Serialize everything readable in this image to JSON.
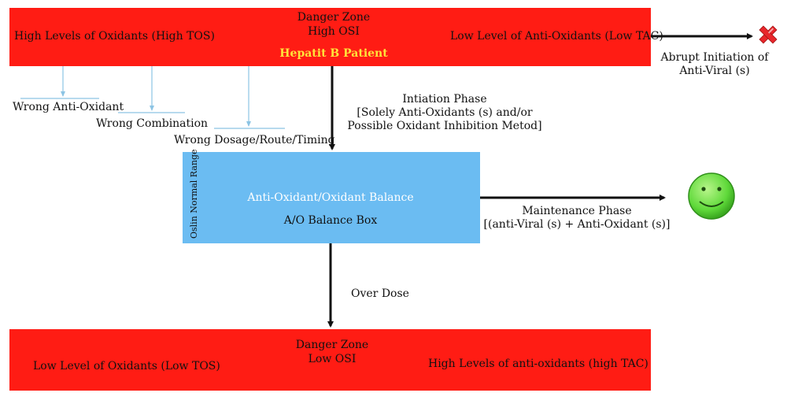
{
  "top_zone": {
    "title": "Danger Zone",
    "subtitle": "High OSI",
    "patient": "Hepatit B Patient",
    "left": "High Levels of Oxidants (High TOS)",
    "right": "Low Level of Anti-Oxidants (Low TAC)"
  },
  "abrupt": {
    "line1": "Abrupt Initiation of",
    "line2": "Anti-Viral (s)"
  },
  "wrong": {
    "antioxidant": "Wrong Anti-Oxidant",
    "combination": "Wrong Combination",
    "dosage": "Wrong Dosage/Route/Timing"
  },
  "initiation": {
    "line1": "Intiation Phase",
    "line2": "[Solely Anti-Oxidants (s) and/or",
    "line3": "Possible Oxidant Inhibition Metod]"
  },
  "balance_box": {
    "vertical": "Oslin Normal Range",
    "title": "Anti-Oxidant/Oxidant Balance",
    "subtitle": "A/O Balance Box"
  },
  "maintenance": {
    "line1": "Maintenance Phase",
    "line2": "[(anti-Viral (s) + Anti-Oxidant (s)]"
  },
  "overdose": "Over Dose",
  "bottom_zone": {
    "title": "Danger Zone",
    "subtitle": "Low OSI",
    "left": "Low Level of Oxidants (Low TOS)",
    "right": "High Levels of anti-oxidants (high TAC)"
  },
  "colors": {
    "danger": "#ff1c14",
    "balance": "#6bbcf2",
    "patient_text": "#ffe23a",
    "smiley": "#5fd93a",
    "cross": "#e8262b",
    "thin_arrow": "#8cc4e4"
  },
  "icons": {
    "bad_outcome": "cross-icon",
    "good_outcome": "smiley-icon"
  }
}
